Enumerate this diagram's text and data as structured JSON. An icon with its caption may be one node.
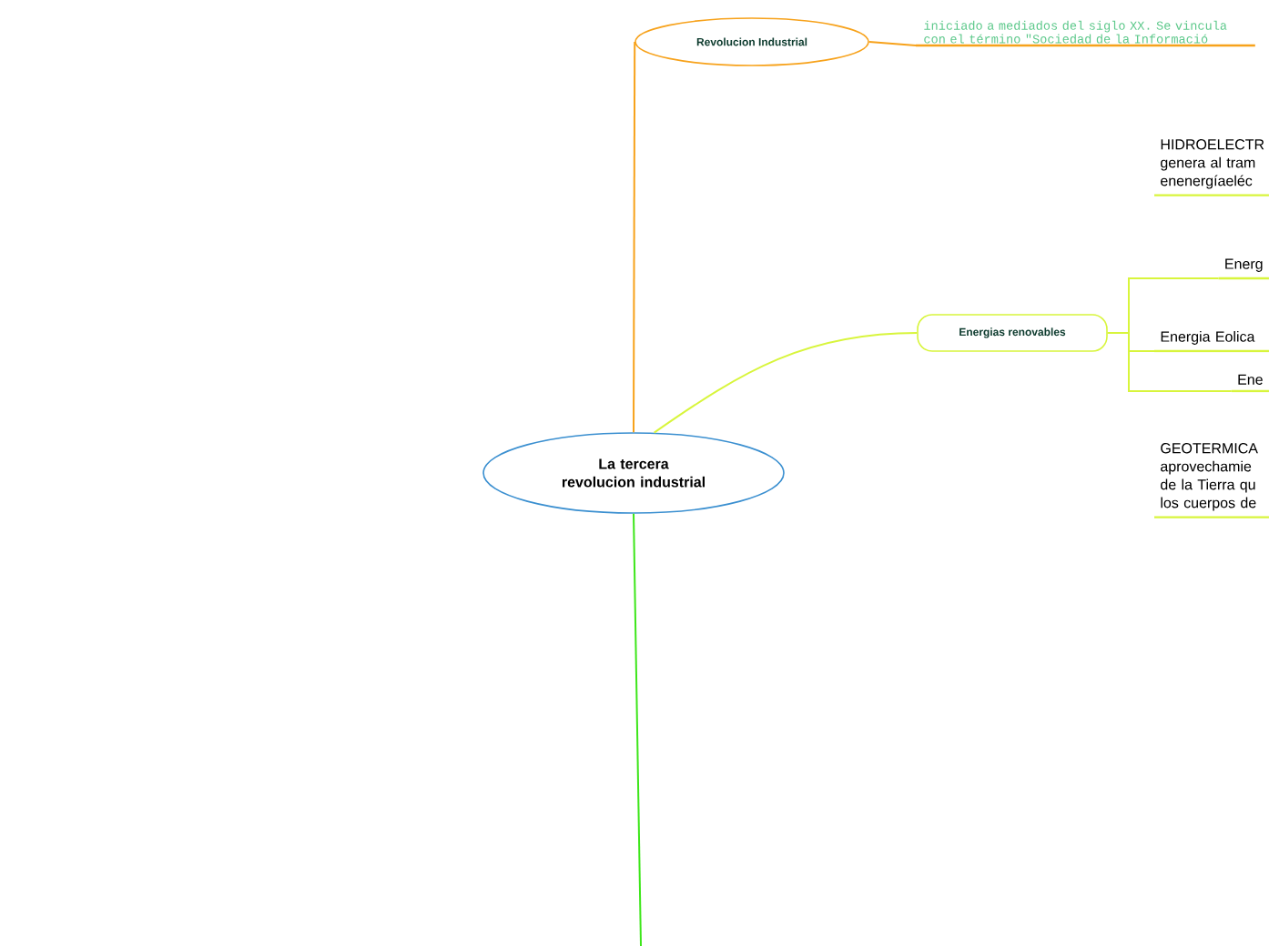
{
  "diagram": {
    "nodes": [
      {
        "text": [
          "La tercera revolucion industrial"
        ]
      },
      {
        "text": [
          "Revolucion Industrial"
        ]
      },
      {
        "text": [
          "iniciado a mediados del siglo XX. Se vincula con el término \"Sociedad de la Informació"
        ]
      },
      {
        "text": [
          "Energias renovables"
        ]
      },
      {
        "text": [
          "HIDROELECTR genera al tram enenergíaeléc"
        ]
      },
      {
        "text": [
          "Energ"
        ]
      },
      {
        "text": [
          "Energia Eolica"
        ]
      },
      {
        "text": [
          "Ene"
        ]
      },
      {
        "text": [
          "GEOTERMICA aprovechamie de la Tierra qu los cuerpos de"
        ]
      }
    ],
    "edges": [
      {
        "from": 0,
        "to": 1,
        "arrow": "none",
        "color": "#f7a21b"
      },
      {
        "from": 1,
        "to": 2,
        "arrow": "none",
        "color": "#f7a21b"
      },
      {
        "from": 0,
        "to": 3,
        "arrow": "none"
      },
      {
        "from": 3,
        "to": 5,
        "arrow": "none"
      },
      {
        "from": 3,
        "to": 6,
        "arrow": "none"
      },
      {
        "from": 3,
        "to": 7,
        "arrow": "none"
      },
      {
        "from": 0,
        "to": null,
        "arrow": "none",
        "color": "#3de61a"
      }
    ]
  }
}
